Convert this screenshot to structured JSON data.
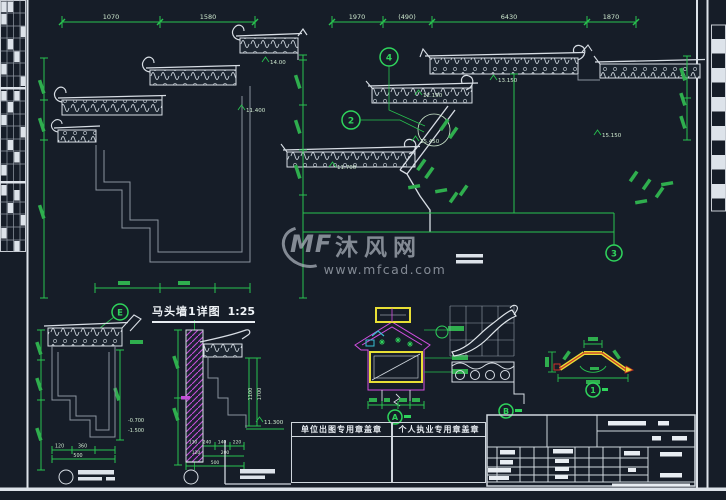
{
  "watermark": {
    "logo": "MF",
    "site_name": "沐风网",
    "url": "www.mfcad.com"
  },
  "detail_title": {
    "name": "马头墙1详图",
    "scale": "1:25"
  },
  "stamps": {
    "company": "单位出图专用章盖章",
    "personal": "个人执业专用章盖章"
  },
  "dimensions": {
    "top_left": [
      "1070",
      "1580"
    ],
    "top_right": [
      "1970",
      "(490)",
      "6430",
      "1870"
    ],
    "section_row1": [
      "130",
      "240",
      "140",
      "220"
    ],
    "section_row2": [
      "120",
      "200"
    ],
    "section_total": "500",
    "elevation_row1": [
      "120",
      "360"
    ],
    "elevation_total": "500",
    "section_side": [
      "1100",
      "1700"
    ]
  },
  "elevations": {
    "e1": "14.00",
    "e2": "11.400",
    "e3": "12.150",
    "e4": "15.450",
    "e5": "11.700",
    "e6": "13.150",
    "e7": "15.150",
    "e8": "11.300",
    "e9": "-0.700",
    "e10": "-1.500"
  },
  "markers": {
    "m1": "1",
    "m2": "2",
    "m3": "3",
    "m4": "4",
    "a": "A",
    "b": "B",
    "e": "E"
  },
  "colors": {
    "background": "#161d28",
    "line_green": "#28c24f",
    "dim_text": "#cfe9cf",
    "white_line": "#dde3ea",
    "magenta": "#c44fd8",
    "yellow": "#e8df35",
    "red": "#cc3228",
    "cyan": "#36c0d4",
    "watermark_gray": "#b7bec8"
  }
}
